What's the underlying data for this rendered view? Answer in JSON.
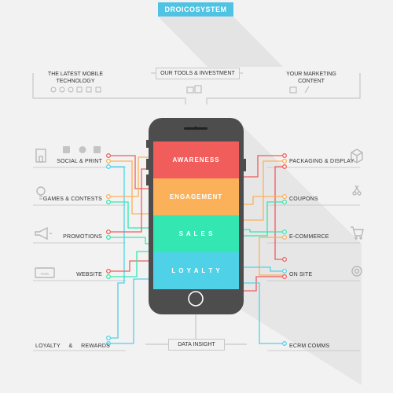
{
  "title": "DROICOSYSTEM",
  "top": {
    "left_label": "THE LATEST MOBILE TECHNOLOGY",
    "center_label": "OUR TOOLS & INVESTMENT",
    "right_label": "YOUR MARKETING CONTENT"
  },
  "phone_segments": [
    {
      "label": "AWARENESS",
      "color": "#f05d5b"
    },
    {
      "label": "ENGAGEMENT",
      "color": "#fbb159"
    },
    {
      "label": "S A L E S",
      "color": "#34e7b2"
    },
    {
      "label": "L O Y A L T Y",
      "color": "#4fd2e7"
    }
  ],
  "left_items": [
    {
      "label": "SOCIAL & PRINT",
      "icon": "building-icon"
    },
    {
      "label": "GAMES & CONTESTS",
      "icon": "bulb-icon"
    },
    {
      "label": "PROMOTIONS",
      "icon": "megaphone-icon"
    },
    {
      "label": "WEBSITE",
      "icon": "www-icon"
    },
    {
      "label": "LOYALTY     &     REWARDS",
      "icon": "none"
    }
  ],
  "right_items": [
    {
      "label": "PACKAGING & DISPLAY",
      "icon": "box-icon"
    },
    {
      "label": "COUPONS",
      "icon": "scissors-icon"
    },
    {
      "label": "E-COMMERCE",
      "icon": "cart-icon"
    },
    {
      "label": "ON SITE",
      "icon": "at-icon"
    },
    {
      "label": "ECRM COMMS",
      "icon": "none"
    }
  ],
  "bottom_label": "DATA INSIGHT",
  "colors": {
    "red": "#f05d5b",
    "orange": "#fbb159",
    "green": "#34e7b2",
    "cyan": "#4fd2e7",
    "badge": "#4fc3e3",
    "phone": "#4d4d4d"
  }
}
